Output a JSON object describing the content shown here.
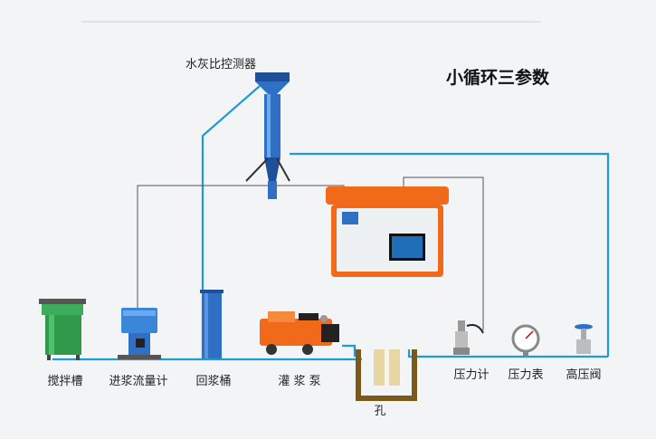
{
  "diagram": {
    "title": "小循环三参数",
    "device_labels": {
      "controller": "水灰比控测器",
      "mixer": "搅拌槽",
      "flowmeter": "进浆流量计",
      "return_bucket": "回浆桶",
      "pump": "灌 浆 泵",
      "hole": "孔",
      "pressure_gauge": "压力计",
      "pressure_meter": "压力表",
      "high_pressure_valve": "高压阀"
    },
    "colors": {
      "pipe": "#1e9ad6",
      "signal": "#555555",
      "device_blue": "#2f6fc4",
      "mixer_green": "#2e9a4a",
      "case_orange": "#f06a1a",
      "hole_brown": "#7a5a1a"
    },
    "icons": [
      "mixer-tank-icon",
      "flowmeter-icon",
      "return-bucket-icon",
      "grouting-pump-icon",
      "water-cement-controller-icon",
      "recorder-case-icon",
      "pressure-gauge-icon",
      "pressure-meter-icon",
      "high-pressure-valve-icon",
      "hole-icon"
    ]
  }
}
